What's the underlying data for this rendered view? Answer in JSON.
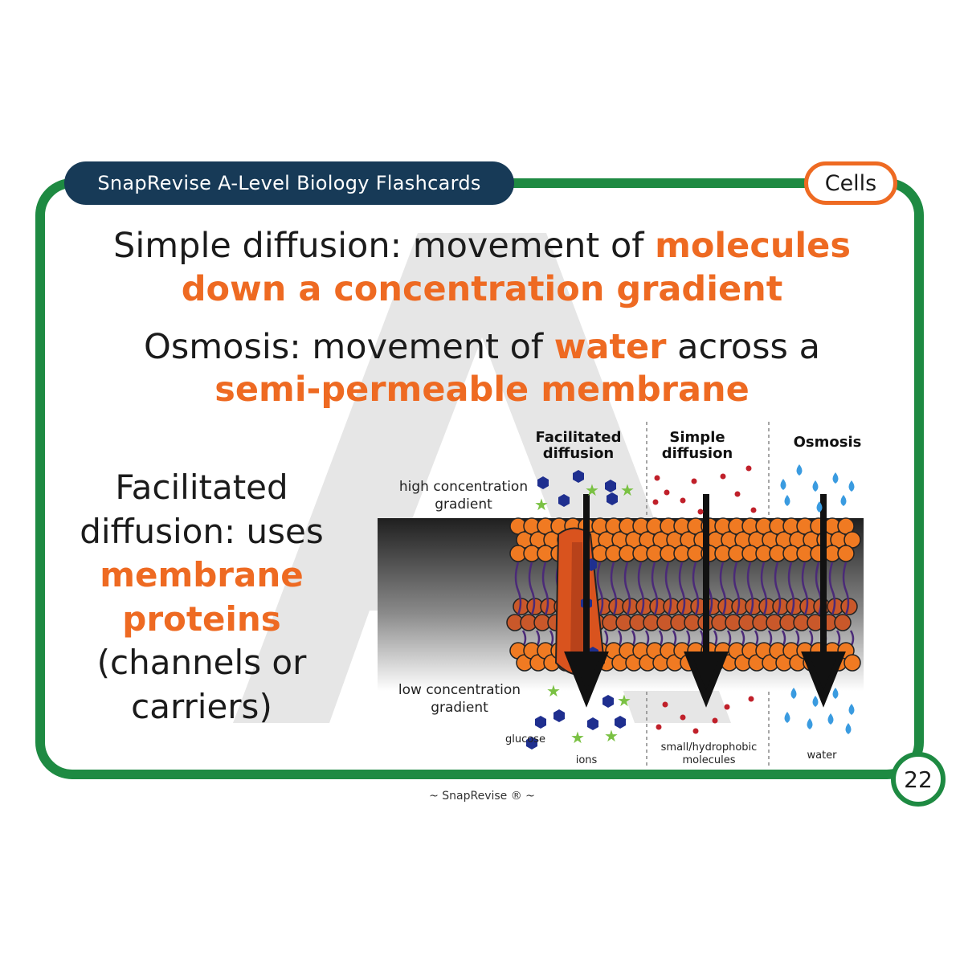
{
  "header": {
    "deck_title": "SnapRevise A-Level Biology Flashcards",
    "topic": "Cells"
  },
  "main": {
    "simple_diffusion": {
      "prefix": "Simple diffusion: movement of ",
      "highlight1": "molecules",
      "highlight2": "down a concentration gradient"
    },
    "osmosis": {
      "prefix": "Osmosis: movement of ",
      "highlight1": "water",
      "middle": " across a",
      "highlight2": "semi-permeable membrane"
    },
    "facilitated": {
      "line1": "Facilitated",
      "line2": "diffusion: uses",
      "highlight1": "membrane",
      "highlight2": "proteins",
      "line3": "(channels or",
      "line4": "carriers)"
    }
  },
  "diagram": {
    "headings": {
      "facilitated_1": "Facilitated",
      "facilitated_2": "diffusion",
      "simple_1": "Simple",
      "simple_2": "diffusion",
      "osmosis": "Osmosis"
    },
    "high_1": "high concentration",
    "high_2": "gradient",
    "low_1": "low concentration",
    "low_2": "gradient",
    "labels": {
      "glucose": "glucose",
      "ions": "ions",
      "small_1": "small/hydrophobic",
      "small_2": "molecules",
      "water": "water"
    }
  },
  "page_number": "22",
  "footer": "~ SnapRevise ® ~",
  "colors": {
    "frame_green": "#1e8a42",
    "header_navy": "#173a57",
    "accent_orange": "#ee6a22"
  }
}
